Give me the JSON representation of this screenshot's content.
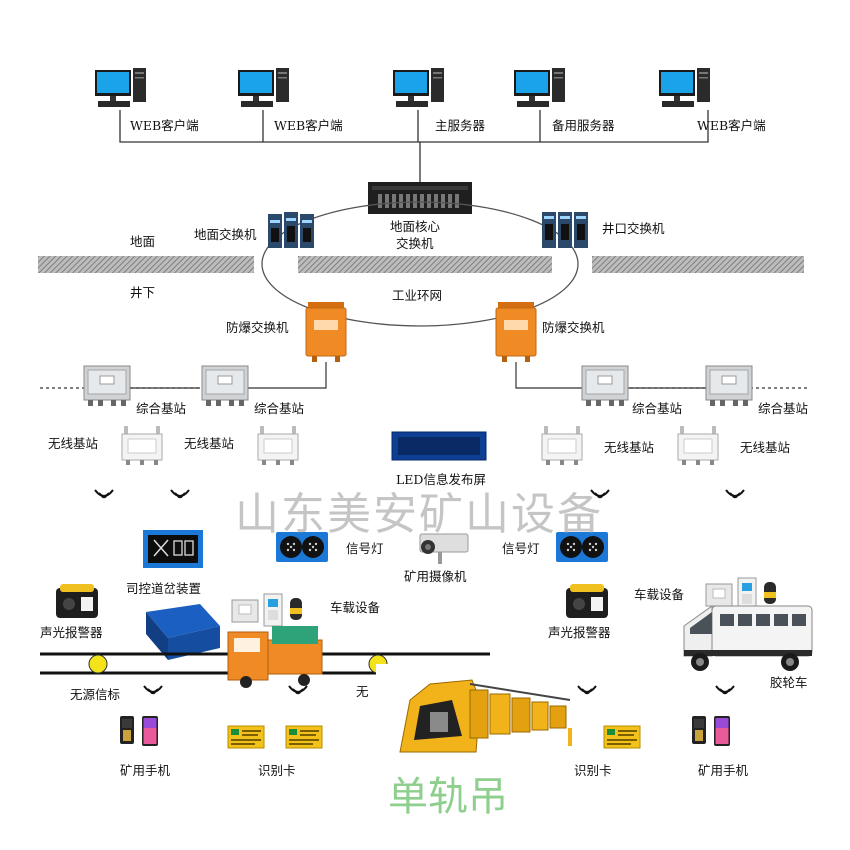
{
  "watermark": "山东美安矿山设备",
  "monorail_title": "单轨吊",
  "clients": {
    "web1": "WEB客户端",
    "web2": "WEB客户端",
    "main_server": "主服务器",
    "backup_server": "备用服务器",
    "web3": "WEB客户端"
  },
  "network": {
    "ground_switch": "地面交换机",
    "core_switch_line1": "地面核心",
    "core_switch_line2": "交换机",
    "shaft_switch": "井口交换机",
    "surface": "地面",
    "underground": "井下",
    "ring": "工业环网",
    "ex_switch_left": "防爆交换机",
    "ex_switch_right": "防爆交换机"
  },
  "stations": {
    "integrated_1": "综合基站",
    "integrated_2": "综合基站",
    "integrated_3": "综合基站",
    "integrated_4": "综合基站",
    "wireless_1": "无线基站",
    "wireless_2": "无线基站",
    "wireless_3": "无线基站",
    "wireless_4": "无线基站"
  },
  "devices": {
    "led_screen": "LED信息发布屏",
    "signal_light_left": "信号灯",
    "signal_light_right": "信号灯",
    "camera": "矿用摄像机",
    "switch_control": "司控道岔装置",
    "alarm_left": "声光报警器",
    "alarm_right": "声光报警器",
    "vehicle_eq_left": "车载设备",
    "vehicle_eq_right": "车载设备",
    "passive_beacon": "无源信标",
    "passive_beacon_partial": "无",
    "tyre_vehicle": "胶轮车",
    "phone_left": "矿用手机",
    "phone_right": "矿用手机",
    "id_card_left": "识别卡",
    "id_card_right": "识别卡"
  },
  "colors": {
    "orange": "#f08a24",
    "ground_hatch": "#777777",
    "wm_green": "#8ecf8e"
  }
}
